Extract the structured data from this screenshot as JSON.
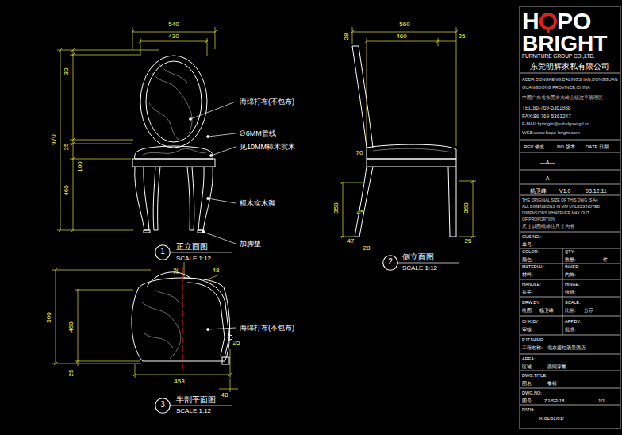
{
  "diagram": {
    "nodes": [
      {
        "text": [
          "1"
        ]
      },
      {
        "text": [
          "2"
        ]
      },
      {
        "text": [
          "3"
        ]
      }
    ],
    "labels": [
      "540",
      "430",
      "30",
      "970",
      "25",
      "100",
      "460",
      "海绵打布(不包布)",
      "∅6MM管线",
      "见10MM樟木实木",
      "樟木实木脚",
      "加脚垫",
      "正立面图",
      "SCALE 1:12",
      "560",
      "460",
      "28",
      "25",
      "70",
      "350",
      "360",
      "45",
      "47",
      "28",
      "25",
      "侧立面图",
      "SCALE 1:12",
      "560",
      "460",
      "25",
      "28",
      "48",
      "25",
      "453",
      "48",
      "海绵打布(不包布)",
      "半剖平面图",
      "SCALE 1:12",
      "H",
      "PO",
      "BRIGHT",
      "FURNITURE GROUP CO.,LTD.",
      "东莞明辉家私有限公司",
      "ADDR:DONGKENG,DALINGSHAN,DONGGUAN",
      "GUANGDONG PROVINCE,CHINA",
      "中国广东省东莞市大岭山镇连平管理区",
      "TEL:86-769-5361988",
      "FAX:86-769-5361247",
      "E-MAIL:hpbright@pub.dgnet.gd.cn",
      "WEB:www.hopo-bright.com",
      "REV 修改",
      "NO 版本",
      "DATE 日期",
      "—A—",
      "—A—",
      "杨卫峰",
      "V1.0",
      "03.12.11",
      "THE ORIGINAL SIZE OF THIS DWG IS A4",
      "ALL DIMENSIONS IN MM UNLESS NOTED",
      "DIMENSIONS WHATEVER MAY OUT",
      "OF PROPORTION",
      "尺寸以图纸标注尺寸为准",
      "CUS NO.:",
      "单号:",
      "COLOR:",
      "颜色:",
      "QTY:",
      "数量:",
      "件",
      "MATERIAL:",
      "材料:",
      "INNER:",
      "内饰:",
      "HANDLE:",
      "拉手:",
      "HINGE:",
      "铰链:",
      "DRW.BY:",
      "绘图:",
      "杨卫峰",
      "SCALE:",
      "比例:",
      "分示",
      "CHK.BY:",
      "审核:",
      "APP.BY:",
      "批准:",
      "PJT.NAME:",
      "工程名称:",
      "北京超红酒景酒店",
      "AREA:",
      "区域:",
      "西阿家餐",
      "DWG.TITLE:",
      "图名:",
      "餐椅",
      "DWG.NO:",
      "图号:",
      "ZJ-SP-18",
      "1/1",
      "PATH:",
      "K:01/01/01/"
    ]
  }
}
